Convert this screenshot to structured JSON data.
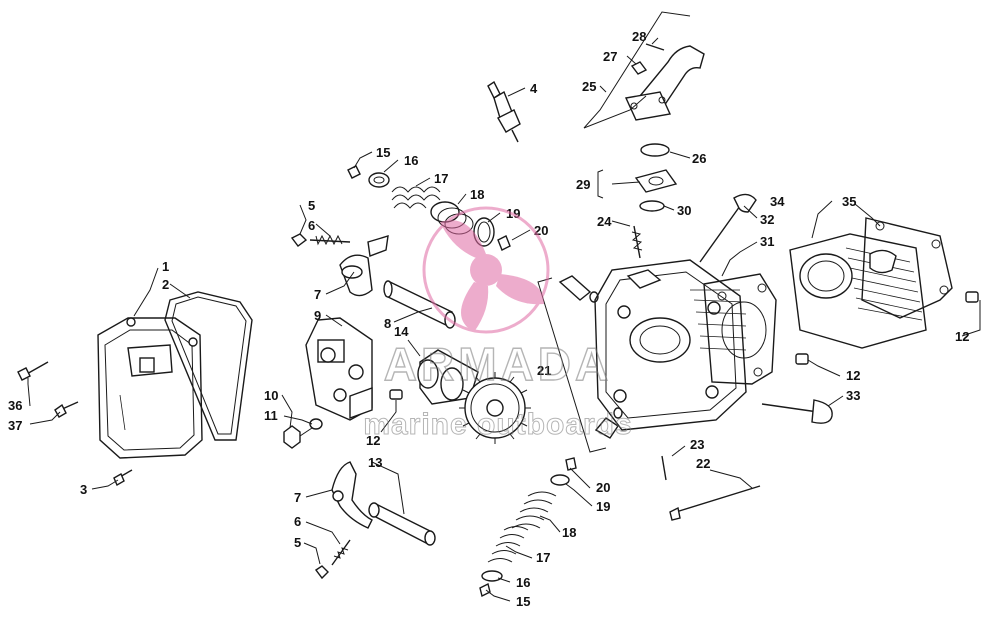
{
  "diagram": {
    "callouts": {
      "c1": "1",
      "c2": "2",
      "c3": "3",
      "c4": "4",
      "c5a": "5",
      "c5b": "5",
      "c6a": "6",
      "c6b": "6",
      "c7a": "7",
      "c7b": "7",
      "c8": "8",
      "c9": "9",
      "c10": "10",
      "c11": "11",
      "c12a": "12",
      "c12b": "12",
      "c12c": "12",
      "c13": "13",
      "c14": "14",
      "c15a": "15",
      "c15b": "15",
      "c16a": "16",
      "c16b": "16",
      "c17a": "17",
      "c17b": "17",
      "c18a": "18",
      "c18b": "18",
      "c19a": "19",
      "c19b": "19",
      "c20a": "20",
      "c20b": "20",
      "c21": "21",
      "c22": "22",
      "c23": "23",
      "c24": "24",
      "c25": "25",
      "c26": "26",
      "c27": "27",
      "c28": "28",
      "c29": "29",
      "c30": "30",
      "c31": "31",
      "c32": "32",
      "c33": "33",
      "c34": "34",
      "c35": "35",
      "c36": "36",
      "c37": "37"
    },
    "colors": {
      "line": "#1a1a1a",
      "watermark": "#e06aa3",
      "watermark_text": "#7a7a7a"
    }
  },
  "watermark": {
    "brand": "ARMADA",
    "tagline": "marine outboards",
    "icon": "propeller-logo-icon"
  }
}
